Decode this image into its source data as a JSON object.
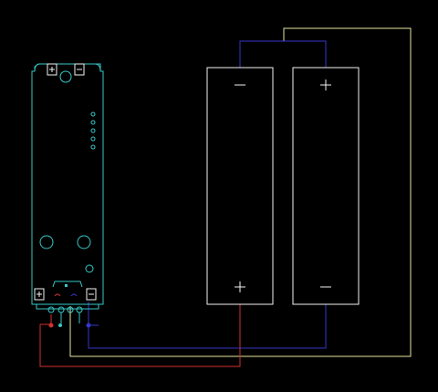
{
  "colors": {
    "background": "#000000",
    "pcb_outline": "#36c9c9",
    "cell_outline": "#f2f2f2",
    "wire_red": "#d23030",
    "wire_blue": "#3636cc",
    "wire_yellow": "#e6e6a0"
  },
  "board": {
    "top_terminals": [
      "plus",
      "minus"
    ],
    "bottom_terminals": [
      "plus",
      "minus"
    ],
    "indicator_dots": 5
  },
  "cells": [
    {
      "id": "left",
      "top_terminal": "minus",
      "bottom_terminal": "plus"
    },
    {
      "id": "right",
      "top_terminal": "plus",
      "bottom_terminal": "minus"
    }
  ],
  "wires": [
    {
      "id": "red",
      "color": "#d23030",
      "from": "board-pad-1",
      "to": "left-cell-plus"
    },
    {
      "id": "blue-bottom",
      "color": "#3636cc",
      "from": "board-pad-5",
      "to": "right-cell-minus"
    },
    {
      "id": "blue-top",
      "color": "#3636cc",
      "from": "left-cell-minus",
      "to": "right-cell-plus"
    },
    {
      "id": "yellow",
      "color": "#e6e6a0",
      "from": "board-pad-3",
      "to": "top-link"
    }
  ]
}
